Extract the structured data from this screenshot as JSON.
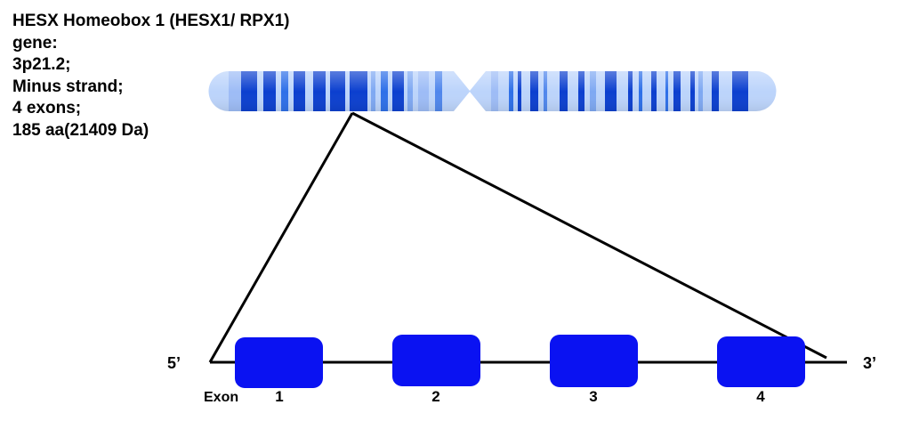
{
  "gene_info": {
    "line1": "HESX Homeobox 1 (HESX1/ RPX1)",
    "line2": "gene:",
    "line3": "3p21.2;",
    "line4": "Minus strand;",
    "line5": "4 exons;",
    "line6": "185 aa(21409 Da)"
  },
  "strand": {
    "five_prime": "5’",
    "three_prime": "3’"
  },
  "exon_label": "Exon",
  "exons": [
    {
      "number": "1"
    },
    {
      "number": "2"
    },
    {
      "number": "3"
    },
    {
      "number": "4"
    }
  ],
  "colors": {
    "exon": "#0a12f2",
    "chrom_light": "#bcd4fb",
    "chrom_dark": "#0b3fcf",
    "chrom_mid": "#2d6fe8",
    "line": "#000000"
  }
}
